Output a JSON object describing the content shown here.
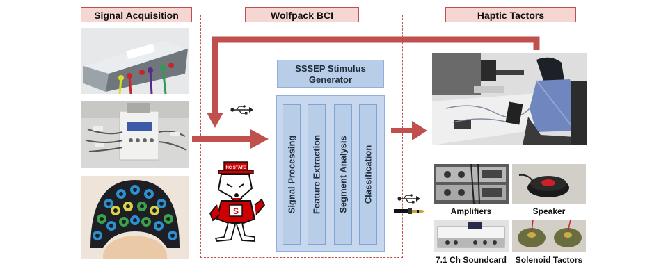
{
  "headers": {
    "left": "Signal Acquisition",
    "center": "Wolfpack BCI",
    "right": "Haptic Tactors"
  },
  "stimulus_box": "SSSEP Stimulus Generator",
  "pipeline": [
    "Signal Processing",
    "Feature Extraction",
    "Segment Analysis",
    "Classification"
  ],
  "devices": {
    "amplifiers": "Amplifiers",
    "speaker": "Speaker",
    "soundcard": "7.1 Ch Soundcard",
    "tactors": "Solenoid Tactors"
  },
  "mascot_label": "NC STATE",
  "colors": {
    "header_fill": "#f5d6d3",
    "header_border": "#c0504d",
    "arrow": "#c0504d",
    "block_fill": "#b8cde8",
    "mascot_red": "#cc0000"
  },
  "icons": [
    "usb-icon",
    "audio-jack-icon"
  ]
}
